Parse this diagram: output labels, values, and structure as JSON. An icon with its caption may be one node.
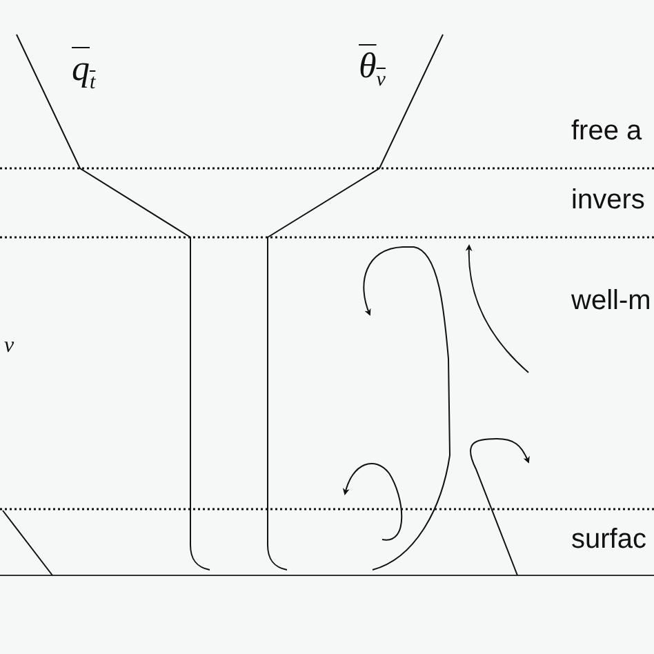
{
  "diagram": {
    "labels": [
      "q$_{t}$",
      "θ$_{v}$",
      "free a",
      "invers",
      "well-m",
      "v",
      "surfac"
    ]
  }
}
